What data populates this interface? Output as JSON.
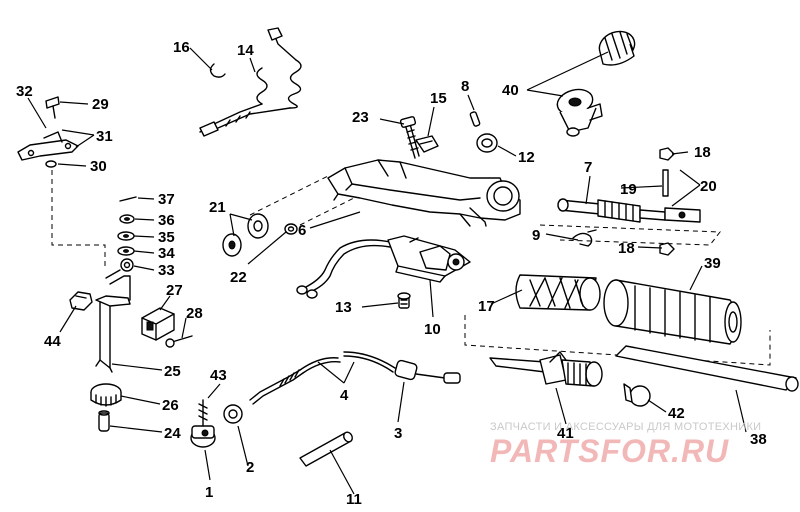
{
  "callouts": [
    "1",
    "2",
    "3",
    "4",
    "6",
    "7",
    "8",
    "9",
    "10",
    "11",
    "12",
    "13",
    "14",
    "15",
    "16",
    "17",
    "18",
    "18",
    "19",
    "20",
    "21",
    "22",
    "23",
    "24",
    "25",
    "26",
    "27",
    "28",
    "29",
    "30",
    "31",
    "32",
    "33",
    "34",
    "35",
    "36",
    "37",
    "38",
    "39",
    "40",
    "41",
    "42",
    "43",
    "44"
  ],
  "watermark": {
    "tagline": "ЗАПЧАСТИ И АКСЕССУАРЫ ДЛЯ МОТОТЕХНИКИ",
    "brand": "PARTSFOR.RU",
    "color": "#e06a6a"
  }
}
